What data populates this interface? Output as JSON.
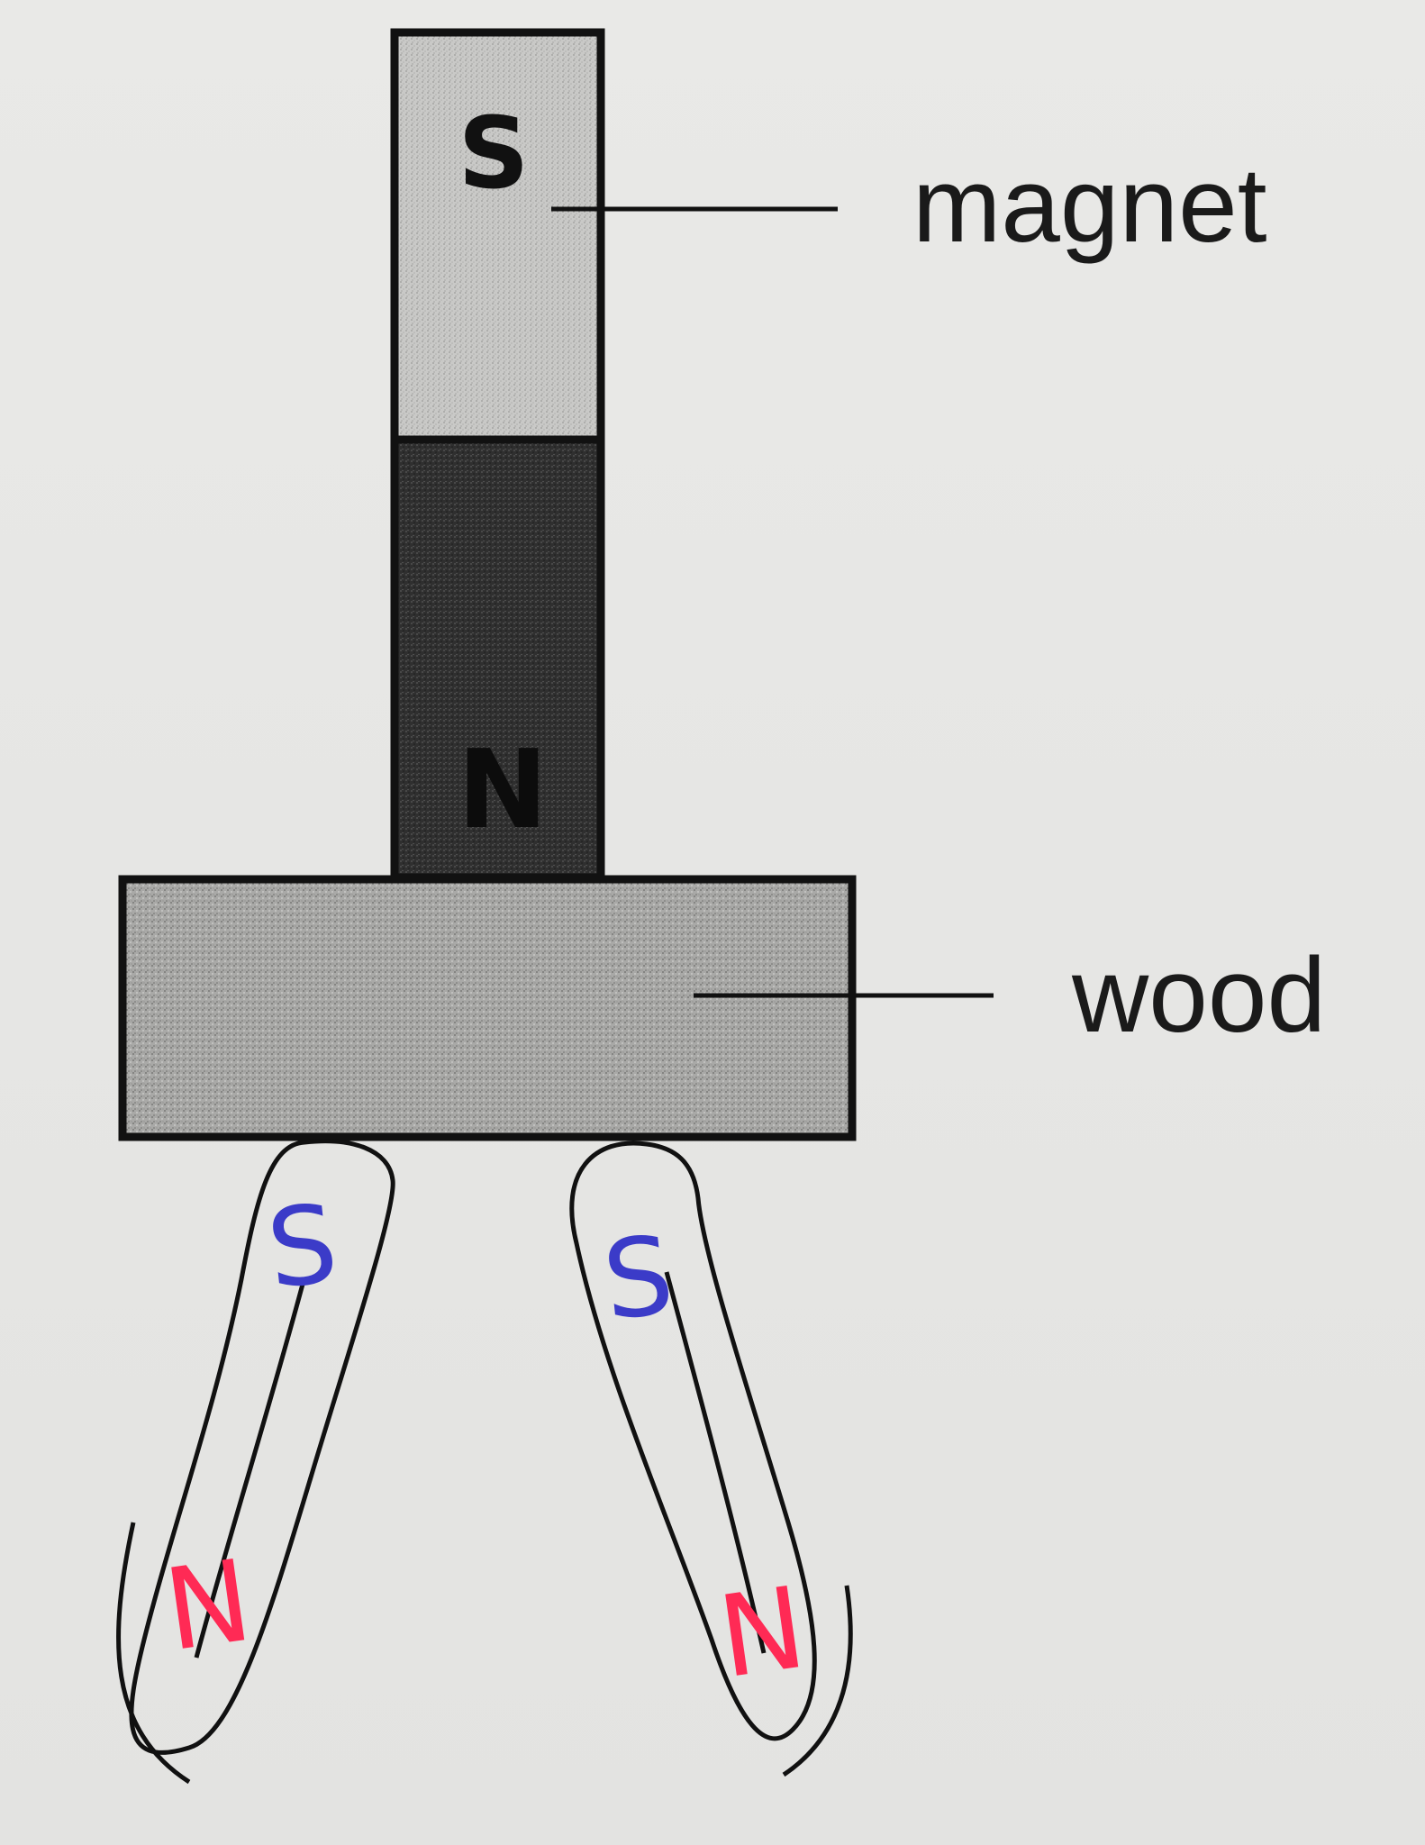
{
  "labels": {
    "magnet": "magnet",
    "wood": "wood"
  },
  "bar_magnet": {
    "top_pole": "S",
    "bottom_pole": "N"
  },
  "nails": [
    {
      "top_pole": "S",
      "bottom_pole": "N"
    },
    {
      "top_pole": "S",
      "bottom_pole": "N"
    }
  ],
  "colors": {
    "south_pole_section": "#c8c8c6",
    "north_pole_section": "#2e2e2e",
    "wood": "#a8a8a6",
    "handwritten_south": "#3b3bc8",
    "handwritten_north": "#ff2a55",
    "outline": "#111111"
  }
}
